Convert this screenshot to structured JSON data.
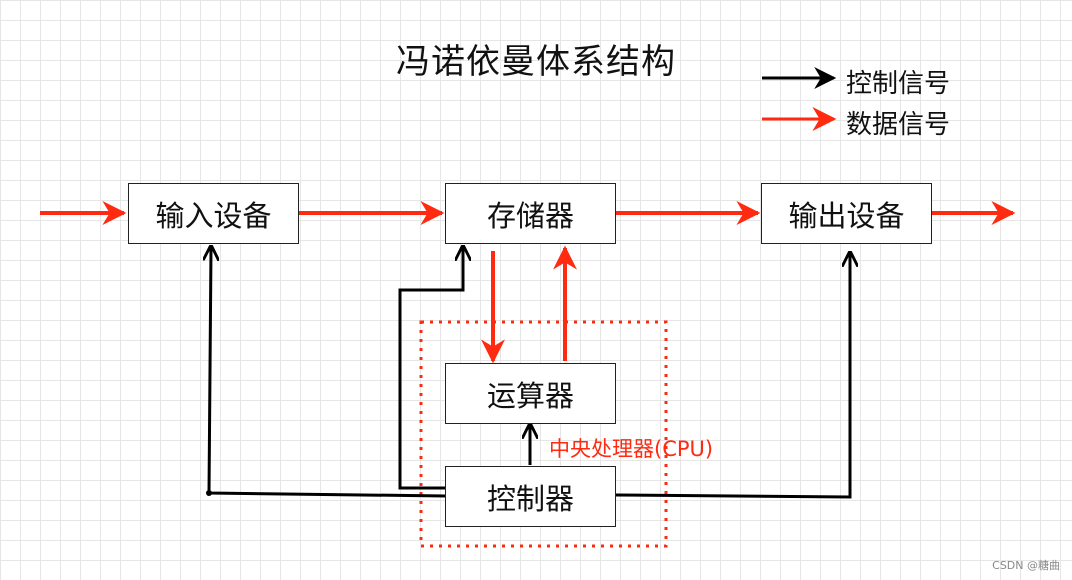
{
  "title": "冯诺依曼体系结构",
  "legend": [
    {
      "label": "控制信号",
      "color": "#000000"
    },
    {
      "label": "数据信号",
      "color": "#ff2a10"
    }
  ],
  "components": {
    "input": "输入设备",
    "memory": "存储器",
    "output": "输出设备",
    "alu": "运算器",
    "controller": "控制器"
  },
  "cpu_label": "中央处理器(CPU)",
  "colors": {
    "data": "#ff2a10",
    "control": "#000000",
    "cpu": "#ff2a10"
  },
  "watermark": "CSDN @糖曲"
}
